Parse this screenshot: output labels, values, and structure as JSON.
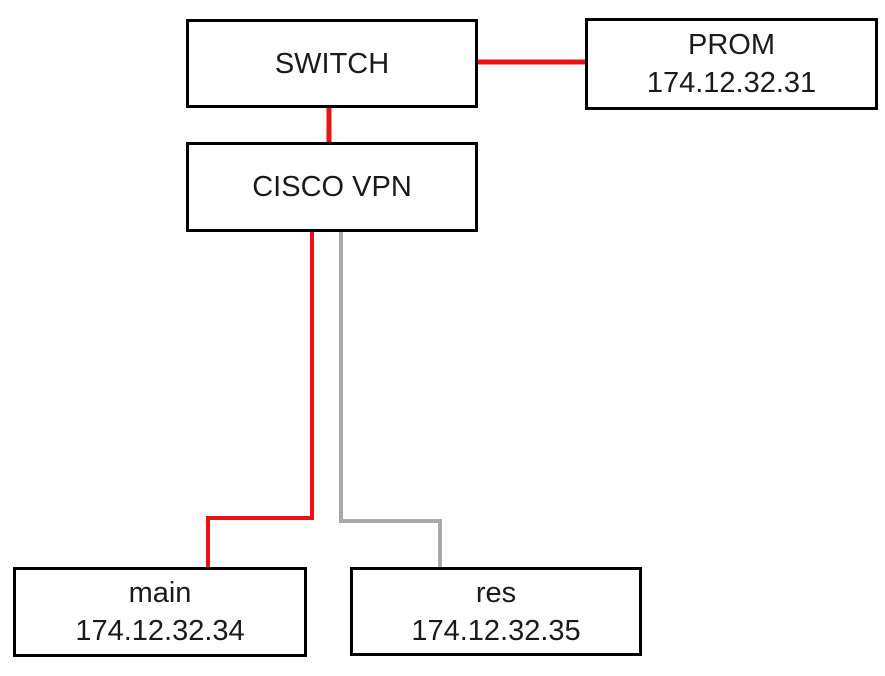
{
  "diagram": {
    "type": "network-topology",
    "nodes": {
      "switch": {
        "label": "SWITCH"
      },
      "prom": {
        "label": "PROM",
        "ip": "174.12.32.31"
      },
      "cisco": {
        "label": "CISCO VPN"
      },
      "main": {
        "label": "main",
        "ip": "174.12.32.34"
      },
      "res": {
        "label": "res",
        "ip": "174.12.32.35"
      }
    },
    "edges": [
      {
        "from": "SWITCH",
        "to": "PROM",
        "color": "red"
      },
      {
        "from": "SWITCH",
        "to": "CISCO VPN",
        "color": "red"
      },
      {
        "from": "CISCO VPN",
        "to": "main",
        "color": "red"
      },
      {
        "from": "CISCO VPN",
        "to": "res",
        "color": "gray"
      }
    ],
    "colors": {
      "red": "#ee1111",
      "gray": "#a9a9a9",
      "border": "#000000",
      "background": "#ffffff"
    }
  }
}
